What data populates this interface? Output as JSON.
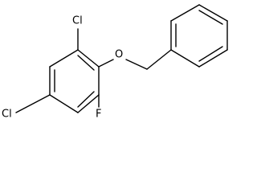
{
  "atoms": {
    "cl_top": "Cl",
    "cl_bottom": "Cl",
    "oxygen": "O",
    "fluorine": "F"
  },
  "colors": {
    "bond": "#000000",
    "background": "#ffffff"
  }
}
